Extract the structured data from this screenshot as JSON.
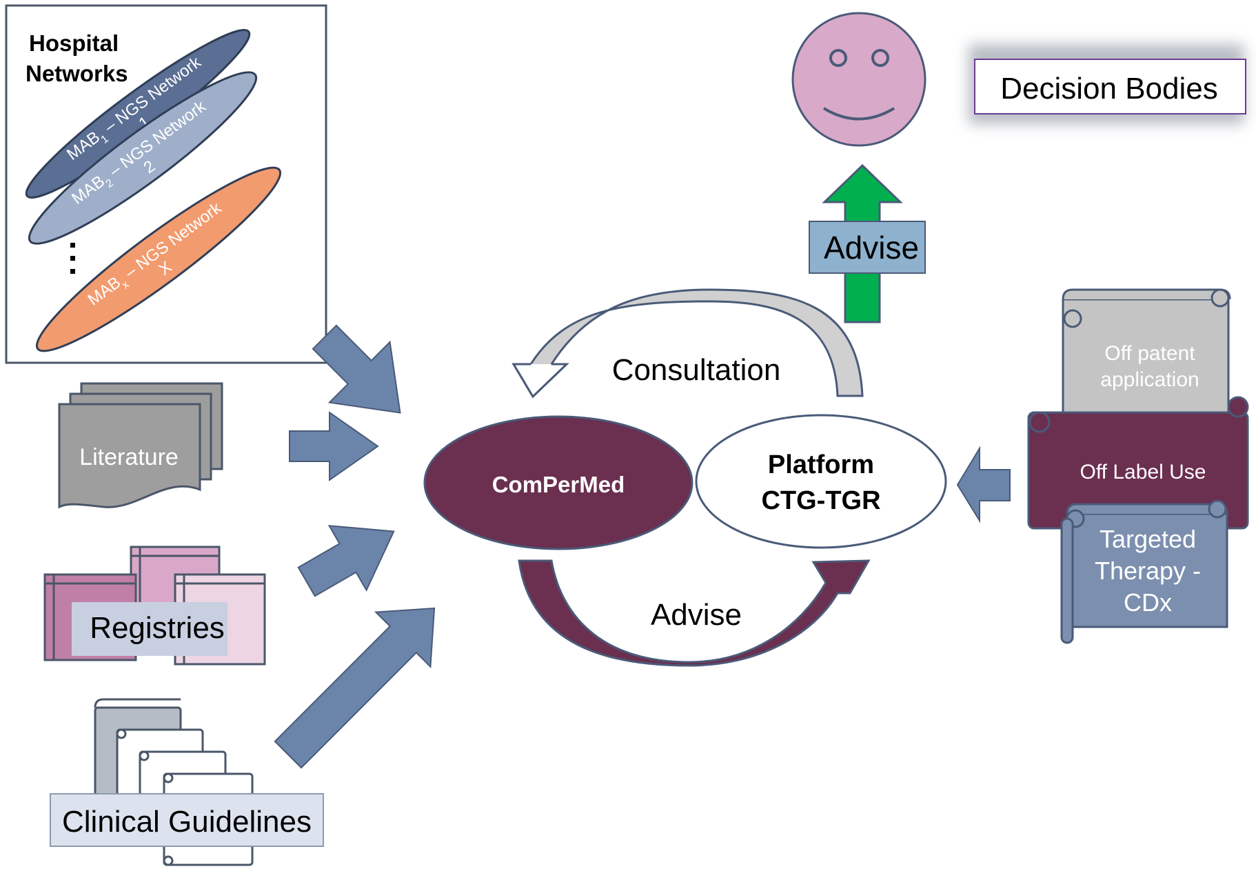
{
  "hospital": {
    "title_line1": "Hospital",
    "title_line2": "Networks",
    "network1": {
      "prefix": "MAB",
      "sub": "1",
      "suffix": " – NGS Network",
      "line2": "1"
    },
    "network2": {
      "prefix": "MAB",
      "sub": "2",
      "suffix": " – NGS Network",
      "line2": "2"
    },
    "networkx": {
      "prefix": "MAB",
      "sub": "x",
      "suffix": " – NGS Network",
      "line2": "X"
    },
    "ellipsis": "⋮"
  },
  "sources": {
    "literature": "Literature",
    "registries": "Registries",
    "guidelines": "Clinical Guidelines"
  },
  "center": {
    "compermed": "ComPerMed",
    "platform_line1": "Platform",
    "platform_line2": "CTG-TGR",
    "consultation": "Consultation",
    "advise_bottom": "Advise"
  },
  "top": {
    "advise": "Advise",
    "decision_bodies": "Decision Bodies"
  },
  "scrolls": {
    "off_patent_line1": "Off patent",
    "off_patent_line2": "application",
    "off_label": "Off Label Use",
    "targeted_line1": "Targeted",
    "targeted_line2": "Therapy -",
    "targeted_line3": "CDx"
  },
  "colors": {
    "network1": "#5B6E93",
    "network2": "#9FAFC9",
    "networkx": "#F29B6E",
    "arrow_blue": "#6A84AA",
    "compermed": "#6B2F4F",
    "smiley": "#D8A9C8",
    "advise_arrow": "#00B04F",
    "advise_box": "#8EB1CE"
  }
}
